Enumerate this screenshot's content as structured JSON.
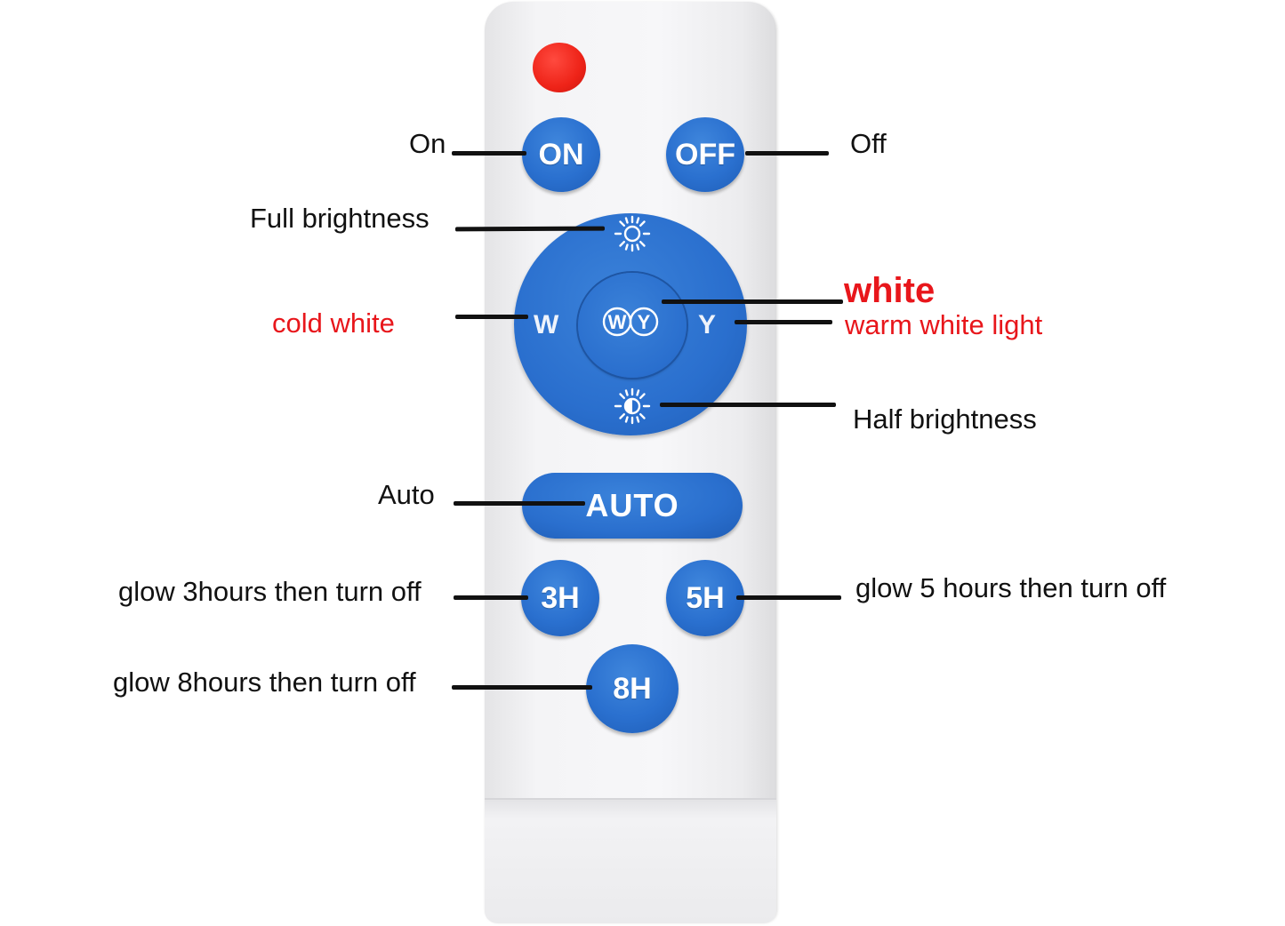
{
  "buttons": {
    "on": "ON",
    "off": "OFF",
    "w": "W",
    "y": "Y",
    "wy_w": "W",
    "wy_y": "Y",
    "auto": "AUTO",
    "h3": "3H",
    "h5": "5H",
    "h8": "8H"
  },
  "labels": {
    "on": "On",
    "off": "Off",
    "full_brightness": "Full brightness",
    "cold_white": "cold white",
    "white": "white",
    "warm_white_light": "warm white light",
    "half_brightness": "Half brightness",
    "auto": "Auto",
    "glow_3h": "glow 3hours then turn off",
    "glow_5h": "glow 5 hours then turn off",
    "glow_8h": "glow 8hours then turn off"
  },
  "icons": {
    "full_brightness": "sun-full-icon",
    "half_brightness": "sun-half-icon",
    "ir_emitter": "ir-led-icon"
  },
  "colors": {
    "button_blue": "#2a6fce",
    "red_label": "#e8161b",
    "led_red": "#ee2318",
    "remote_body": "#f4f4f6"
  }
}
